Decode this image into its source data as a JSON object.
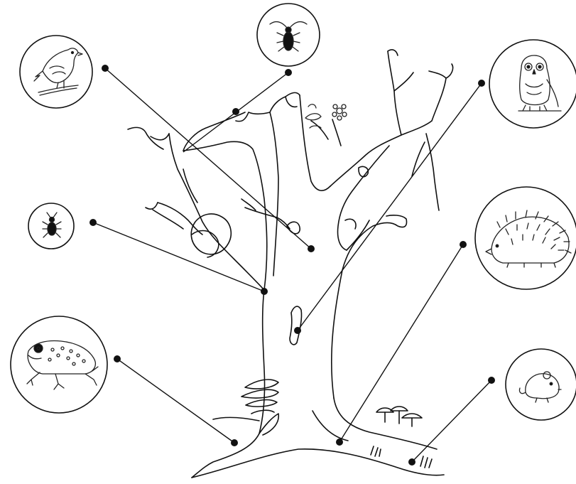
{
  "diagram": {
    "habitats": [
      {
        "name": "bird",
        "icon": "bird-icon"
      },
      {
        "name": "beetle",
        "icon": "beetle-icon"
      },
      {
        "name": "owl",
        "icon": "owl-icon"
      },
      {
        "name": "small-beetle",
        "icon": "small-beetle-icon"
      },
      {
        "name": "hedgehog",
        "icon": "hedgehog-icon"
      },
      {
        "name": "toad",
        "icon": "toad-icon"
      },
      {
        "name": "mouse",
        "icon": "mouse-icon"
      }
    ]
  }
}
